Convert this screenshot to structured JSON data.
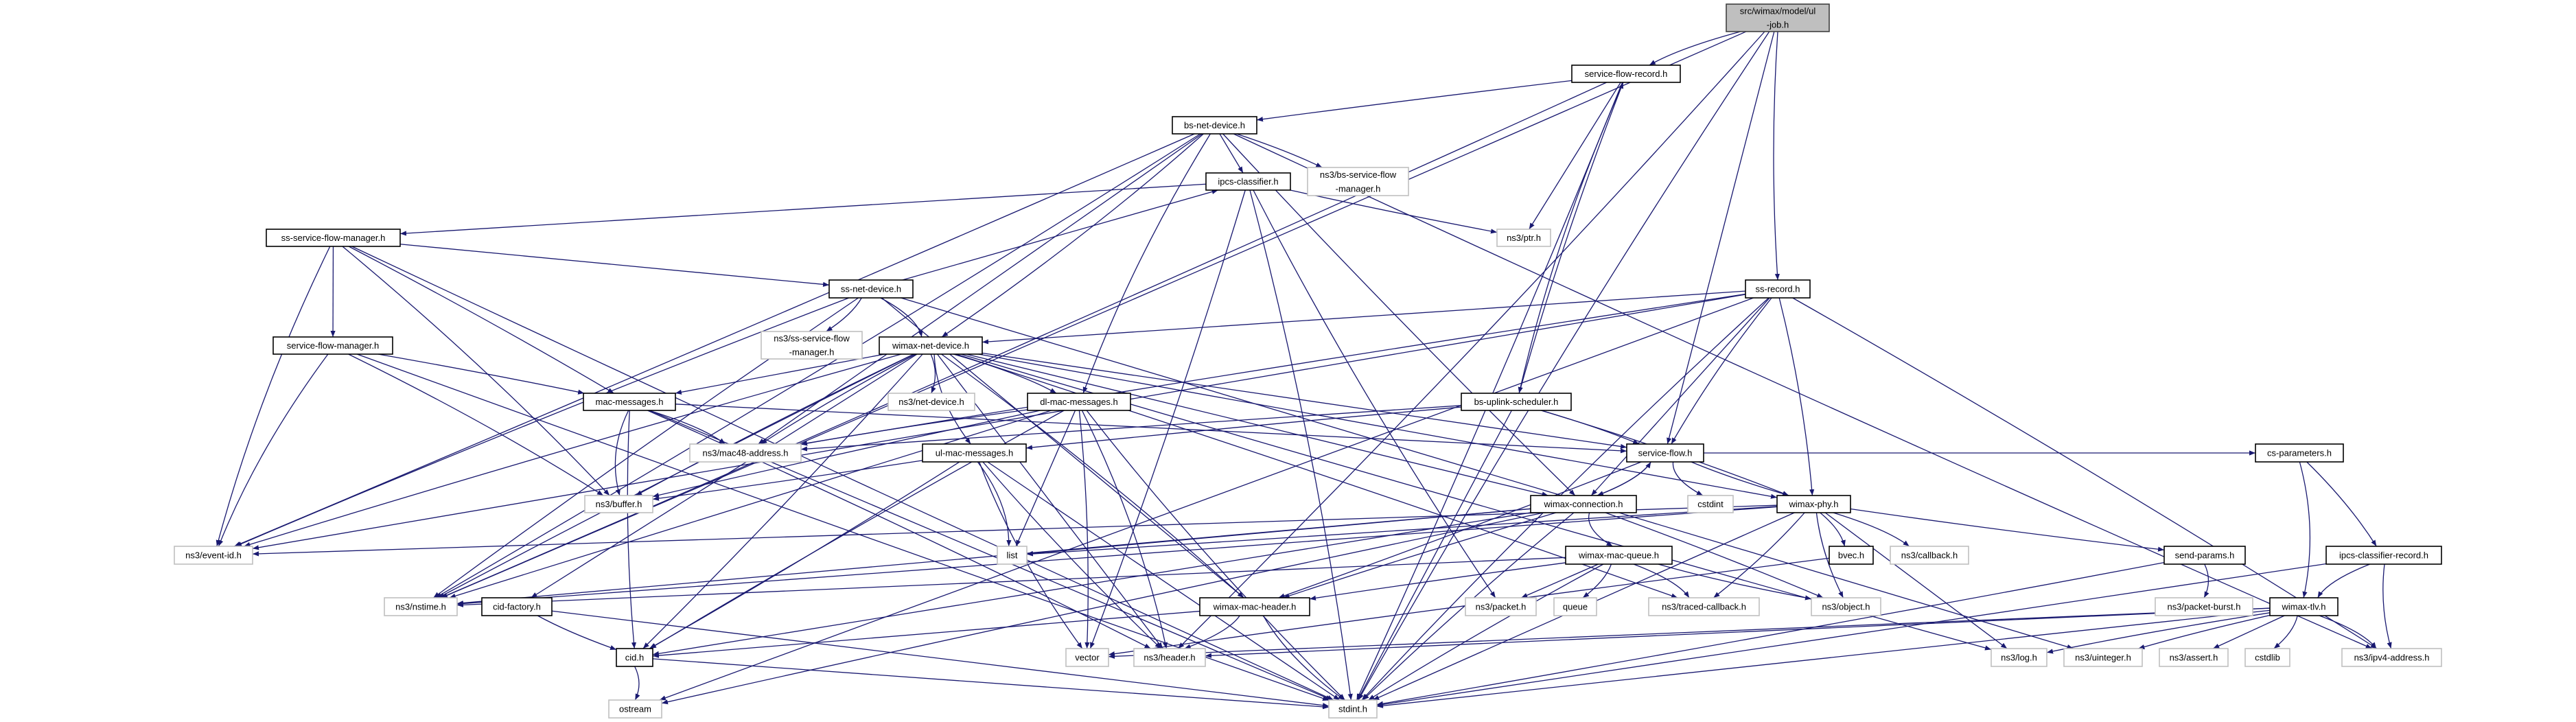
{
  "colors": {
    "edge": "#191970",
    "root_fill": "#bfbfbf",
    "file_border": "#000000",
    "external_border": "#bfbfbf"
  },
  "nodes": [
    {
      "id": "ul_job",
      "label": [
        "src/wimax/model/ul",
        "-job.h"
      ],
      "kind": "root"
    },
    {
      "id": "service_flow_record",
      "label": [
        "service-flow-record.h"
      ],
      "kind": "file"
    },
    {
      "id": "bs_net_device",
      "label": [
        "bs-net-device.h"
      ],
      "kind": "file"
    },
    {
      "id": "ipcs_classifier",
      "label": [
        "ipcs-classifier.h"
      ],
      "kind": "file"
    },
    {
      "id": "ns3_bs_sfm",
      "label": [
        "ns3/bs-service-flow",
        "-manager.h"
      ],
      "kind": "external"
    },
    {
      "id": "ns3_ptr",
      "label": [
        "ns3/ptr.h"
      ],
      "kind": "external"
    },
    {
      "id": "ss_sfm",
      "label": [
        "ss-service-flow-manager.h"
      ],
      "kind": "file"
    },
    {
      "id": "ss_net_device",
      "label": [
        "ss-net-device.h"
      ],
      "kind": "file"
    },
    {
      "id": "ss_record",
      "label": [
        "ss-record.h"
      ],
      "kind": "file"
    },
    {
      "id": "sfm",
      "label": [
        "service-flow-manager.h"
      ],
      "kind": "file"
    },
    {
      "id": "ns3_ss_sfm",
      "label": [
        "ns3/ss-service-flow",
        "-manager.h"
      ],
      "kind": "external"
    },
    {
      "id": "wimax_net_device",
      "label": [
        "wimax-net-device.h"
      ],
      "kind": "file"
    },
    {
      "id": "mac_messages",
      "label": [
        "mac-messages.h"
      ],
      "kind": "file"
    },
    {
      "id": "ns3_net_device",
      "label": [
        "ns3/net-device.h"
      ],
      "kind": "external"
    },
    {
      "id": "dl_mac_messages",
      "label": [
        "dl-mac-messages.h"
      ],
      "kind": "file"
    },
    {
      "id": "bs_uplink_scheduler",
      "label": [
        "bs-uplink-scheduler.h"
      ],
      "kind": "file"
    },
    {
      "id": "ns3_mac48",
      "label": [
        "ns3/mac48-address.h"
      ],
      "kind": "external"
    },
    {
      "id": "ul_mac_messages",
      "label": [
        "ul-mac-messages.h"
      ],
      "kind": "file"
    },
    {
      "id": "service_flow",
      "label": [
        "service-flow.h"
      ],
      "kind": "file"
    },
    {
      "id": "cs_parameters",
      "label": [
        "cs-parameters.h"
      ],
      "kind": "file"
    },
    {
      "id": "ns3_buffer",
      "label": [
        "ns3/buffer.h"
      ],
      "kind": "external"
    },
    {
      "id": "wimax_connection",
      "label": [
        "wimax-connection.h"
      ],
      "kind": "file"
    },
    {
      "id": "cstdint",
      "label": [
        "cstdint"
      ],
      "kind": "external"
    },
    {
      "id": "wimax_phy",
      "label": [
        "wimax-phy.h"
      ],
      "kind": "file"
    },
    {
      "id": "ns3_event_id",
      "label": [
        "ns3/event-id.h"
      ],
      "kind": "external"
    },
    {
      "id": "list",
      "label": [
        "list"
      ],
      "kind": "external"
    },
    {
      "id": "wimax_mac_queue",
      "label": [
        "wimax-mac-queue.h"
      ],
      "kind": "file"
    },
    {
      "id": "bvec",
      "label": [
        "bvec.h"
      ],
      "kind": "file"
    },
    {
      "id": "ns3_callback",
      "label": [
        "ns3/callback.h"
      ],
      "kind": "external"
    },
    {
      "id": "send_params",
      "label": [
        "send-params.h"
      ],
      "kind": "file"
    },
    {
      "id": "ipcs_classifier_record",
      "label": [
        "ipcs-classifier-record.h"
      ],
      "kind": "file"
    },
    {
      "id": "ns3_nstime",
      "label": [
        "ns3/nstime.h"
      ],
      "kind": "external"
    },
    {
      "id": "cid_factory",
      "label": [
        "cid-factory.h"
      ],
      "kind": "file"
    },
    {
      "id": "wimax_mac_header",
      "label": [
        "wimax-mac-header.h"
      ],
      "kind": "file"
    },
    {
      "id": "ns3_packet",
      "label": [
        "ns3/packet.h"
      ],
      "kind": "external"
    },
    {
      "id": "queue",
      "label": [
        "queue"
      ],
      "kind": "external"
    },
    {
      "id": "ns3_traced_callback",
      "label": [
        "ns3/traced-callback.h"
      ],
      "kind": "external"
    },
    {
      "id": "ns3_object",
      "label": [
        "ns3/object.h"
      ],
      "kind": "external"
    },
    {
      "id": "ns3_packet_burst",
      "label": [
        "ns3/packet-burst.h"
      ],
      "kind": "external"
    },
    {
      "id": "wimax_tlv",
      "label": [
        "wimax-tlv.h"
      ],
      "kind": "file"
    },
    {
      "id": "cid",
      "label": [
        "cid.h"
      ],
      "kind": "file"
    },
    {
      "id": "vector",
      "label": [
        "vector"
      ],
      "kind": "external"
    },
    {
      "id": "ns3_header",
      "label": [
        "ns3/header.h"
      ],
      "kind": "external"
    },
    {
      "id": "ns3_log",
      "label": [
        "ns3/log.h"
      ],
      "kind": "external"
    },
    {
      "id": "ns3_uinteger",
      "label": [
        "ns3/uinteger.h"
      ],
      "kind": "external"
    },
    {
      "id": "ns3_assert",
      "label": [
        "ns3/assert.h"
      ],
      "kind": "external"
    },
    {
      "id": "cstdlib",
      "label": [
        "cstdlib"
      ],
      "kind": "external"
    },
    {
      "id": "ns3_ipv4",
      "label": [
        "ns3/ipv4-address.h"
      ],
      "kind": "external"
    },
    {
      "id": "ostream",
      "label": [
        "ostream"
      ],
      "kind": "external"
    },
    {
      "id": "stdint",
      "label": [
        "stdint.h"
      ],
      "kind": "external"
    }
  ],
  "edges": [
    [
      "ul_job",
      "service_flow_record"
    ],
    [
      "ul_job",
      "ss_record"
    ],
    [
      "ul_job",
      "service_flow"
    ],
    [
      "ul_job",
      "ns3_nstime"
    ],
    [
      "ul_job",
      "ns3_header"
    ],
    [
      "ul_job",
      "stdint"
    ],
    [
      "service_flow_record",
      "bs_net_device"
    ],
    [
      "service_flow_record",
      "ns3_ptr"
    ],
    [
      "service_flow_record",
      "stdint"
    ],
    [
      "service_flow_record",
      "ns3_nstime"
    ],
    [
      "service_flow_record",
      "bs_uplink_scheduler"
    ],
    [
      "bs_uplink_scheduler",
      "service_flow_record"
    ],
    [
      "bs_net_device",
      "ipcs_classifier"
    ],
    [
      "bs_net_device",
      "ns3_bs_sfm"
    ],
    [
      "bs_net_device",
      "wimax_net_device"
    ],
    [
      "bs_net_device",
      "dl_mac_messages"
    ],
    [
      "bs_net_device",
      "wimax_connection"
    ],
    [
      "bs_net_device",
      "ns3_mac48"
    ],
    [
      "bs_net_device",
      "ns3_event_id"
    ],
    [
      "bs_net_device",
      "ns3_nstime"
    ],
    [
      "bs_net_device",
      "ns3_ipv4"
    ],
    [
      "ipcs_classifier",
      "ns3_ptr"
    ],
    [
      "ipcs_classifier",
      "ss_sfm"
    ],
    [
      "ipcs_classifier",
      "vector"
    ],
    [
      "ipcs_classifier",
      "stdint"
    ],
    [
      "ipcs_classifier",
      "ns3_packet"
    ],
    [
      "ss_sfm",
      "ss_net_device"
    ],
    [
      "ss_sfm",
      "sfm"
    ],
    [
      "ss_sfm",
      "mac_messages"
    ],
    [
      "ss_sfm",
      "ns3_buffer"
    ],
    [
      "ss_sfm",
      "ns3_event_id"
    ],
    [
      "ss_sfm",
      "stdint"
    ],
    [
      "ss_net_device",
      "ipcs_classifier"
    ],
    [
      "ss_net_device",
      "ns3_ss_sfm"
    ],
    [
      "ss_net_device",
      "wimax_net_device"
    ],
    [
      "ss_net_device",
      "ns3_event_id"
    ],
    [
      "ss_net_device",
      "ns3_nstime"
    ],
    [
      "ss_net_device",
      "wimax_mac_header"
    ],
    [
      "ss_net_device",
      "ns3_uinteger"
    ],
    [
      "ss_record",
      "wimax_net_device"
    ],
    [
      "ss_record",
      "ns3_mac48"
    ],
    [
      "ss_record",
      "service_flow"
    ],
    [
      "ss_record",
      "wimax_connection"
    ],
    [
      "ss_record",
      "wimax_phy"
    ],
    [
      "ss_record",
      "ns3_ipv4"
    ],
    [
      "ss_record",
      "stdint"
    ],
    [
      "ss_record",
      "ns3_event_id"
    ],
    [
      "ss_record",
      "ostream"
    ],
    [
      "sfm",
      "mac_messages"
    ],
    [
      "sfm",
      "ns3_buffer"
    ],
    [
      "sfm",
      "ns3_event_id"
    ],
    [
      "sfm",
      "stdint"
    ],
    [
      "wimax_net_device",
      "mac_messages"
    ],
    [
      "wimax_net_device",
      "ns3_net_device"
    ],
    [
      "wimax_net_device",
      "dl_mac_messages"
    ],
    [
      "wimax_net_device",
      "ul_mac_messages"
    ],
    [
      "wimax_net_device",
      "ns3_mac48"
    ],
    [
      "wimax_net_device",
      "wimax_connection"
    ],
    [
      "wimax_net_device",
      "wimax_phy"
    ],
    [
      "wimax_net_device",
      "wimax_mac_header"
    ],
    [
      "wimax_net_device",
      "ns3_event_id"
    ],
    [
      "wimax_net_device",
      "ns3_nstime"
    ],
    [
      "wimax_net_device",
      "cid_factory"
    ],
    [
      "wimax_net_device",
      "cid"
    ],
    [
      "wimax_net_device",
      "ns3_traced_callback"
    ],
    [
      "wimax_net_device",
      "ns3_log"
    ],
    [
      "wimax_net_device",
      "ns3_buffer"
    ],
    [
      "wimax_net_device",
      "ns3_header"
    ],
    [
      "wimax_net_device",
      "service_flow"
    ],
    [
      "mac_messages",
      "ns3_mac48"
    ],
    [
      "mac_messages",
      "ns3_buffer"
    ],
    [
      "mac_messages",
      "cid"
    ],
    [
      "mac_messages",
      "stdint"
    ],
    [
      "mac_messages",
      "service_flow"
    ],
    [
      "mac_messages",
      "ns3_header"
    ],
    [
      "dl_mac_messages",
      "ns3_mac48"
    ],
    [
      "dl_mac_messages",
      "ns3_buffer"
    ],
    [
      "dl_mac_messages",
      "list"
    ],
    [
      "dl_mac_messages",
      "vector"
    ],
    [
      "dl_mac_messages",
      "ns3_header"
    ],
    [
      "dl_mac_messages",
      "stdint"
    ],
    [
      "dl_mac_messages",
      "cid"
    ],
    [
      "dl_mac_messages",
      "ns3_nstime"
    ],
    [
      "bs_uplink_scheduler",
      "service_flow"
    ],
    [
      "bs_uplink_scheduler",
      "wimax_phy"
    ],
    [
      "bs_uplink_scheduler",
      "ul_mac_messages"
    ],
    [
      "bs_uplink_scheduler",
      "ns3_mac48"
    ],
    [
      "bs_uplink_scheduler",
      "stdint"
    ],
    [
      "ul_mac_messages",
      "ns3_buffer"
    ],
    [
      "ul_mac_messages",
      "list"
    ],
    [
      "ul_mac_messages",
      "vector"
    ],
    [
      "ul_mac_messages",
      "ns3_header"
    ],
    [
      "ul_mac_messages",
      "stdint"
    ],
    [
      "ul_mac_messages",
      "cid"
    ],
    [
      "service_flow",
      "wimax_connection"
    ],
    [
      "service_flow",
      "cstdint"
    ],
    [
      "service_flow",
      "wimax_phy"
    ],
    [
      "service_flow",
      "cs_parameters"
    ],
    [
      "service_flow",
      "wimax_mac_header"
    ],
    [
      "wimax_connection",
      "service_flow"
    ],
    [
      "wimax_connection",
      "wimax_mac_queue"
    ],
    [
      "wimax_connection",
      "wimax_mac_header"
    ],
    [
      "wimax_connection",
      "cid"
    ],
    [
      "wimax_connection",
      "ns3_object"
    ],
    [
      "wimax_connection",
      "ns3_nstime"
    ],
    [
      "wimax_connection",
      "ostream"
    ],
    [
      "wimax_connection",
      "stdint"
    ],
    [
      "wimax_connection",
      "list"
    ],
    [
      "wimax_phy",
      "bvec"
    ],
    [
      "wimax_phy",
      "ns3_callback"
    ],
    [
      "wimax_phy",
      "send_params"
    ],
    [
      "wimax_phy",
      "ns3_object"
    ],
    [
      "wimax_phy",
      "ns3_log"
    ],
    [
      "wimax_phy",
      "ns3_traced_callback"
    ],
    [
      "wimax_phy",
      "ns3_event_id"
    ],
    [
      "wimax_phy",
      "list"
    ],
    [
      "wimax_phy",
      "ns3_nstime"
    ],
    [
      "wimax_phy",
      "stdint"
    ],
    [
      "cs_parameters",
      "ipcs_classifier_record"
    ],
    [
      "cs_parameters",
      "wimax_tlv"
    ],
    [
      "ipcs_classifier_record",
      "wimax_tlv"
    ],
    [
      "ipcs_classifier_record",
      "ns3_ipv4"
    ],
    [
      "ipcs_classifier_record",
      "stdint"
    ],
    [
      "send_params",
      "ns3_packet_burst"
    ],
    [
      "send_params",
      "stdint"
    ],
    [
      "bvec",
      "vector"
    ],
    [
      "wimax_mac_queue",
      "wimax_mac_header"
    ],
    [
      "wimax_mac_queue",
      "ns3_packet"
    ],
    [
      "wimax_mac_queue",
      "queue"
    ],
    [
      "wimax_mac_queue",
      "ns3_traced_callback"
    ],
    [
      "wimax_mac_queue",
      "ns3_object"
    ],
    [
      "wimax_mac_queue",
      "stdint"
    ],
    [
      "wimax_mac_queue",
      "ns3_nstime"
    ],
    [
      "wimax_mac_header",
      "cid"
    ],
    [
      "wimax_mac_header",
      "ns3_header"
    ],
    [
      "wimax_mac_header",
      "stdint"
    ],
    [
      "cid_factory",
      "cid"
    ],
    [
      "cid_factory",
      "stdint"
    ],
    [
      "cid",
      "ostream"
    ],
    [
      "cid",
      "stdint"
    ],
    [
      "wimax_tlv",
      "ns3_log"
    ],
    [
      "wimax_tlv",
      "ns3_uinteger"
    ],
    [
      "wimax_tlv",
      "ns3_assert"
    ],
    [
      "wimax_tlv",
      "cstdlib"
    ],
    [
      "wimax_tlv",
      "ns3_ipv4"
    ],
    [
      "wimax_tlv",
      "vector"
    ],
    [
      "wimax_tlv",
      "ns3_header"
    ],
    [
      "wimax_tlv",
      "stdint"
    ]
  ]
}
